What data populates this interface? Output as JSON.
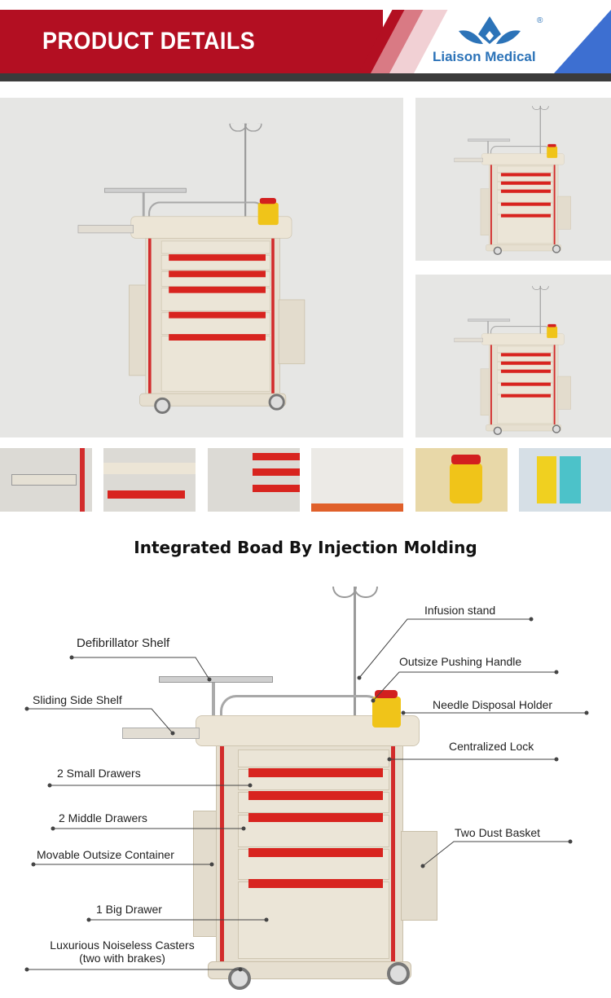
{
  "header": {
    "title": "PRODUCT DETAILS",
    "logo_text": "Liaison Medical",
    "logo_mark": "®",
    "colors": {
      "red": "#b30f22",
      "blue": "#3d6fd1",
      "dark": "#3b3b3b"
    }
  },
  "section_title": "Integrated Boad By Injection Molding",
  "callouts": {
    "infusion": "Infusion stand",
    "defib": "Defibrillator Shelf",
    "handle": "Outsize Pushing Handle",
    "sliding": "Sliding Side Shelf",
    "needle": "Needle Disposal Holder",
    "lock": "Centralized Lock",
    "small": "2 Small Drawers",
    "middle": "2 Middle Drawers",
    "dust": "Two Dust Basket",
    "movable": "Movable Outsize Container",
    "big": "1 Big Drawer",
    "casters_1": "Luxurious Noiseless Casters",
    "casters_2": "(two with brakes)"
  }
}
